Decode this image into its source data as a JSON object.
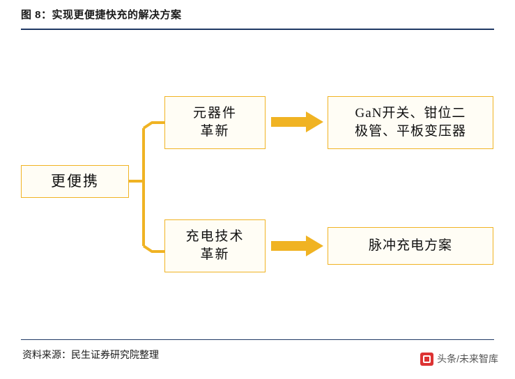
{
  "header": {
    "title": "图 8：实现更便捷快充的解决方案",
    "accent_color": "#1f3864"
  },
  "footer": {
    "source": "资料来源：民生证券研究院整理",
    "watermark": "头条/未来智库",
    "watermark_icon": "toutiao-logo-icon"
  },
  "diagram": {
    "box_border_color": "#f0b323",
    "box_fill_color": "#fffdf5",
    "connector_color": "#f0b323",
    "root": {
      "label": "更便携"
    },
    "branches": [
      {
        "mid": {
          "line1": "元器件",
          "line2": "革新"
        },
        "leaf": {
          "line1": "GaN开关、钳位二",
          "line2": "极管、平板变压器"
        }
      },
      {
        "mid": {
          "line1": "充电技术",
          "line2": "革新"
        },
        "leaf": {
          "line1": "脉冲充电方案",
          "line2": ""
        }
      }
    ]
  }
}
